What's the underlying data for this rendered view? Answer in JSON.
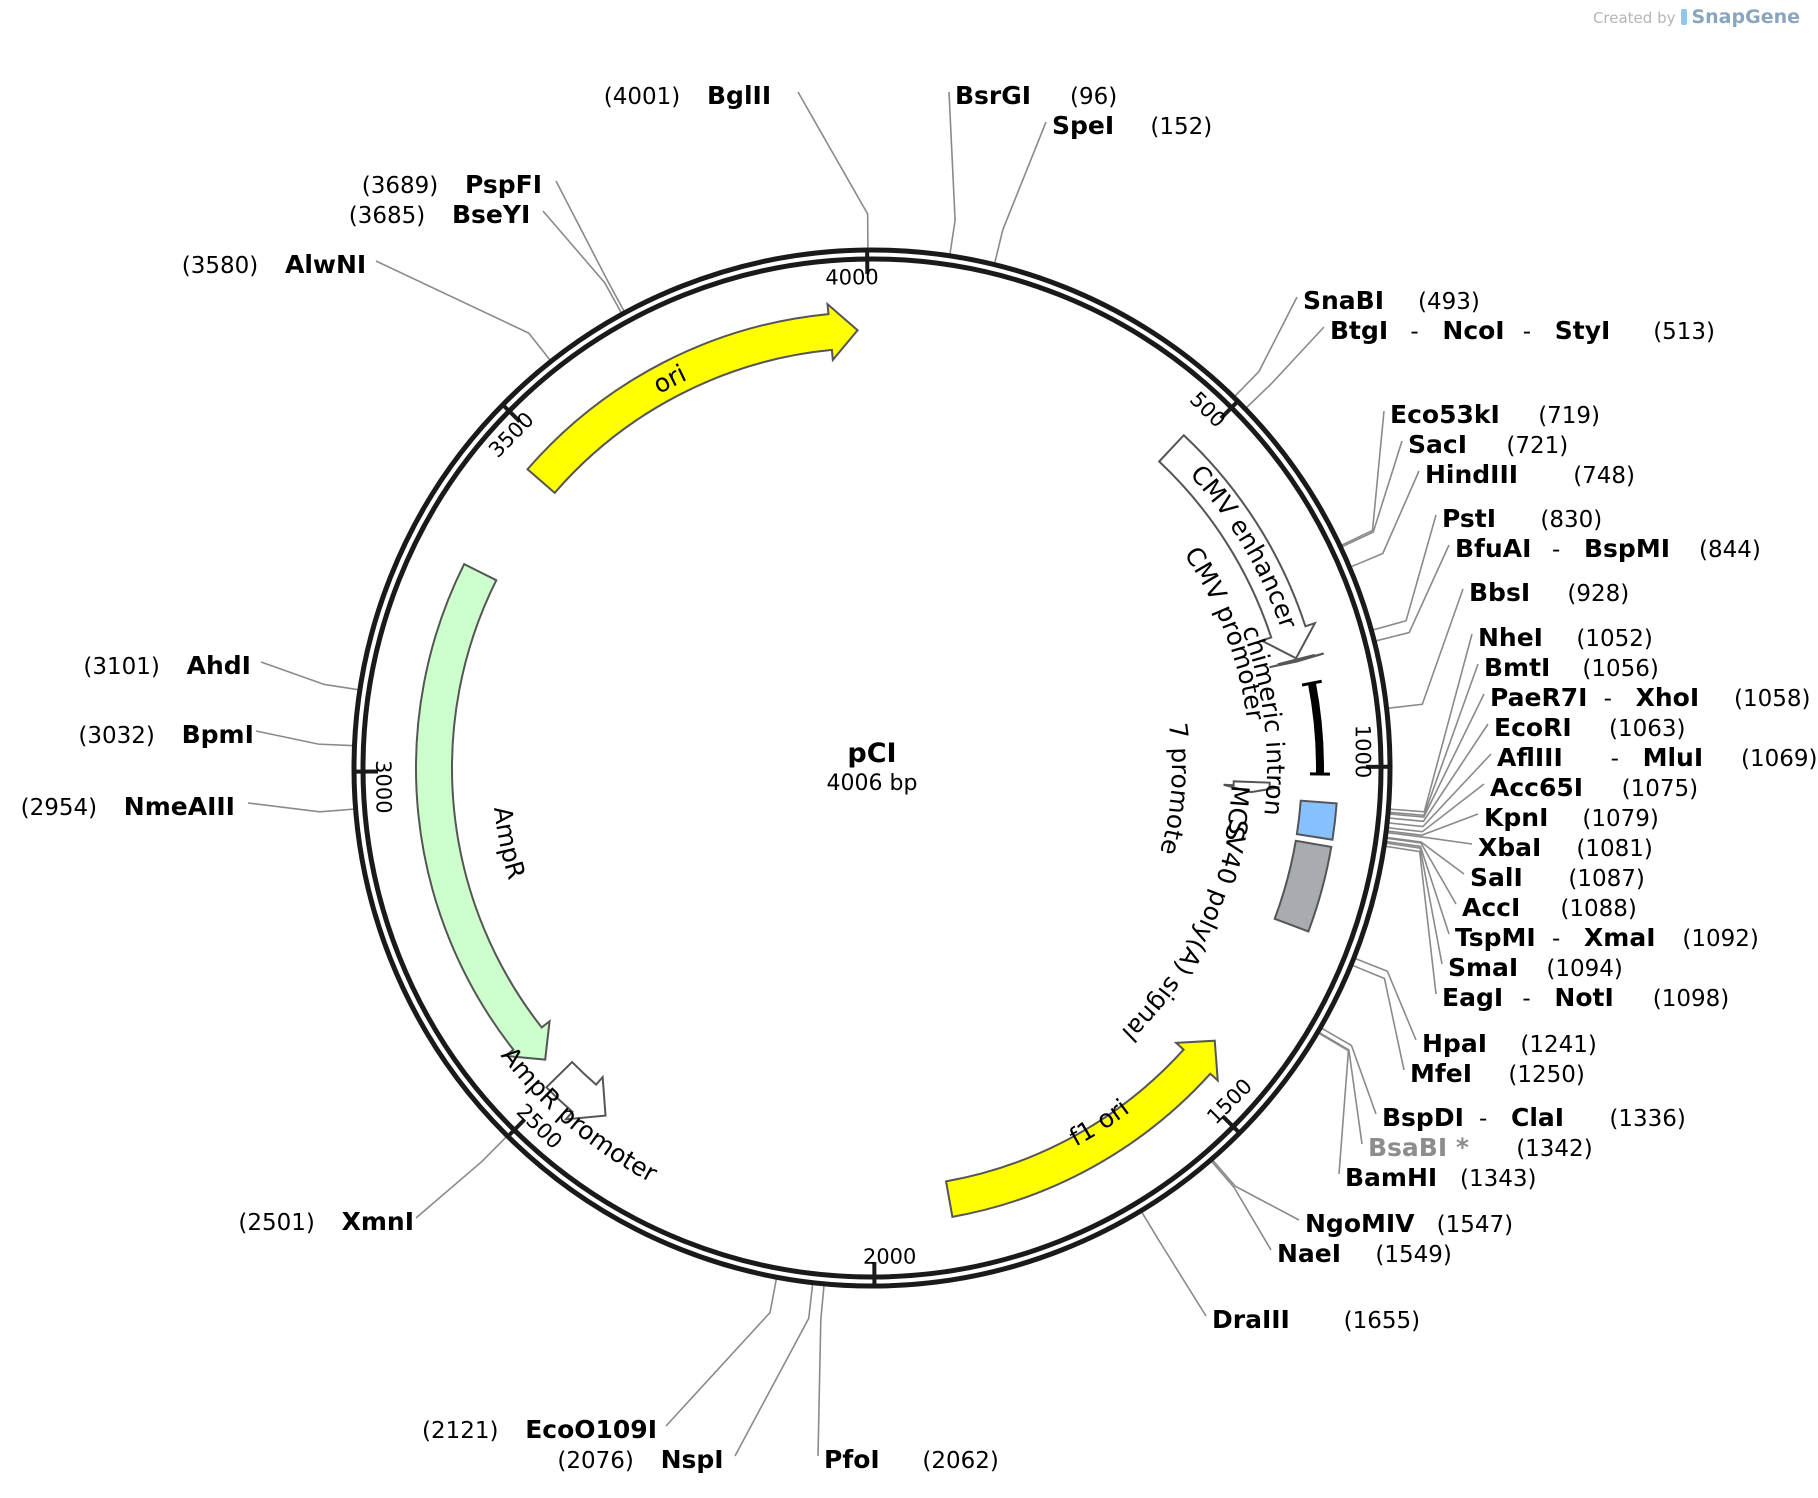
{
  "credit": {
    "created_by": "Created by",
    "brand": "SnapGene"
  },
  "plasmid": {
    "name": "pCI",
    "length_label": "4006 bp",
    "length": 4006
  },
  "ticks": [
    {
      "pos": 500,
      "label": "500"
    },
    {
      "pos": 1000,
      "label": "1000"
    },
    {
      "pos": 1500,
      "label": "1500"
    },
    {
      "pos": 2000,
      "label": "2000"
    },
    {
      "pos": 2500,
      "label": "2500"
    },
    {
      "pos": 3000,
      "label": "3000"
    },
    {
      "pos": 3500,
      "label": "3500"
    },
    {
      "pos": 4000,
      "label": "4000"
    }
  ],
  "features": [
    {
      "name": "CMV enhancer",
      "start": 480,
      "end": 840,
      "strand": 1,
      "color": "#ffffff",
      "type": "arrow",
      "ring": 1,
      "label": "CMV enhancer"
    },
    {
      "name": "CMV promoter",
      "start": 842,
      "end": 845,
      "strand": 1,
      "color": "#ffffff",
      "type": "arrow",
      "ring": 1,
      "label": "CMV promoter"
    },
    {
      "name": "chimeric intron",
      "start": 880,
      "end": 1010,
      "strand": 0,
      "color": "#000000",
      "type": "bar",
      "ring": 0,
      "label": "chimeric intron"
    },
    {
      "name": "T7 promoter",
      "start": 1025,
      "end": 1042,
      "strand": 1,
      "color": "#ffffff",
      "type": "arrow",
      "ring": 2,
      "label": "T7 promoter"
    },
    {
      "name": "MCS",
      "start": 1050,
      "end": 1100,
      "strand": 0,
      "color": "#86c0ff",
      "type": "box",
      "ring": 0,
      "label": "MCS"
    },
    {
      "name": "SV40 poly(A) signal",
      "start": 1110,
      "end": 1230,
      "strand": 0,
      "color": "#a8acb0",
      "type": "box",
      "ring": 0,
      "label": "SV40 poly(A) signal"
    },
    {
      "name": "f1 ori",
      "start": 1430,
      "end": 1890,
      "strand": -1,
      "color": "#ffff00",
      "type": "arrow",
      "ring": 1,
      "label": "f1 ori"
    },
    {
      "name": "AmpR promoter",
      "start": 2420,
      "end": 2510,
      "strand": -1,
      "color": "#ffffff",
      "type": "arrow",
      "ring": 1,
      "label": "AmpR promoter"
    },
    {
      "name": "AmpR",
      "start": 2540,
      "end": 3300,
      "strand": -1,
      "color": "#ccffcc",
      "type": "arrow",
      "ring": 1,
      "label": "AmpR"
    },
    {
      "name": "ori",
      "start": 3460,
      "end": 3985,
      "strand": 1,
      "color": "#ffff00",
      "type": "arrow",
      "ring": 1,
      "label": "ori"
    }
  ],
  "sites": [
    {
      "names": [
        "BglII"
      ],
      "pos": "4001",
      "side": "left"
    },
    {
      "names": [
        "BsrGI"
      ],
      "pos": "96",
      "side": "right"
    },
    {
      "names": [
        "SpeI"
      ],
      "pos": "152",
      "side": "right"
    },
    {
      "names": [
        "SnaBI"
      ],
      "pos": "493",
      "side": "right"
    },
    {
      "names": [
        "BtgI",
        "NcoI",
        "StyI"
      ],
      "pos": "513",
      "side": "right"
    },
    {
      "names": [
        "Eco53kI"
      ],
      "pos": "719",
      "side": "right"
    },
    {
      "names": [
        "SacI"
      ],
      "pos": "721",
      "side": "right"
    },
    {
      "names": [
        "HindIII"
      ],
      "pos": "748",
      "side": "right"
    },
    {
      "names": [
        "PstI"
      ],
      "pos": "830",
      "side": "right"
    },
    {
      "names": [
        "BfuAI",
        "BspMI"
      ],
      "pos": "844",
      "side": "right"
    },
    {
      "names": [
        "BbsI"
      ],
      "pos": "928",
      "side": "right"
    },
    {
      "names": [
        "NheI"
      ],
      "pos": "1052",
      "side": "right"
    },
    {
      "names": [
        "BmtI"
      ],
      "pos": "1056",
      "side": "right"
    },
    {
      "names": [
        "PaeR7I",
        "XhoI"
      ],
      "pos": "1058",
      "side": "right"
    },
    {
      "names": [
        "EcoRI"
      ],
      "pos": "1063",
      "side": "right"
    },
    {
      "names": [
        "AflIII",
        "MluI"
      ],
      "pos": "1069",
      "side": "right"
    },
    {
      "names": [
        "Acc65I"
      ],
      "pos": "1075",
      "side": "right"
    },
    {
      "names": [
        "KpnI"
      ],
      "pos": "1079",
      "side": "right"
    },
    {
      "names": [
        "XbaI"
      ],
      "pos": "1081",
      "side": "right"
    },
    {
      "names": [
        "SalI"
      ],
      "pos": "1087",
      "side": "right"
    },
    {
      "names": [
        "AccI"
      ],
      "pos": "1088",
      "side": "right"
    },
    {
      "names": [
        "TspMI",
        "XmaI"
      ],
      "pos": "1092",
      "side": "right"
    },
    {
      "names": [
        "SmaI"
      ],
      "pos": "1094",
      "side": "right"
    },
    {
      "names": [
        "EagI",
        "NotI"
      ],
      "pos": "1098",
      "side": "right"
    },
    {
      "names": [
        "HpaI"
      ],
      "pos": "1241",
      "side": "right"
    },
    {
      "names": [
        "MfeI"
      ],
      "pos": "1250",
      "side": "right"
    },
    {
      "names": [
        "BspDI",
        "ClaI"
      ],
      "pos": "1336",
      "side": "right"
    },
    {
      "names": [
        "BsaBI *"
      ],
      "pos": "1342",
      "side": "right",
      "dim": true
    },
    {
      "names": [
        "BamHI"
      ],
      "pos": "1343",
      "side": "right"
    },
    {
      "names": [
        "NgoMIV"
      ],
      "pos": "1547",
      "side": "right"
    },
    {
      "names": [
        "NaeI"
      ],
      "pos": "1549",
      "side": "right"
    },
    {
      "names": [
        "DraIII"
      ],
      "pos": "1655",
      "side": "right"
    },
    {
      "names": [
        "PfoI"
      ],
      "pos": "2062",
      "side": "right"
    },
    {
      "names": [
        "NspI"
      ],
      "pos": "2076",
      "side": "left"
    },
    {
      "names": [
        "EcoO109I"
      ],
      "pos": "2121",
      "side": "left"
    },
    {
      "names": [
        "XmnI"
      ],
      "pos": "2501",
      "side": "left"
    },
    {
      "names": [
        "NmeAIII"
      ],
      "pos": "2954",
      "side": "left"
    },
    {
      "names": [
        "BpmI"
      ],
      "pos": "3032",
      "side": "left"
    },
    {
      "names": [
        "AhdI"
      ],
      "pos": "3101",
      "side": "left"
    },
    {
      "names": [
        "AlwNI"
      ],
      "pos": "3580",
      "side": "left"
    },
    {
      "names": [
        "BseYI"
      ],
      "pos": "3685",
      "side": "left"
    },
    {
      "names": [
        "PspFI"
      ],
      "pos": "3689",
      "side": "left"
    }
  ]
}
